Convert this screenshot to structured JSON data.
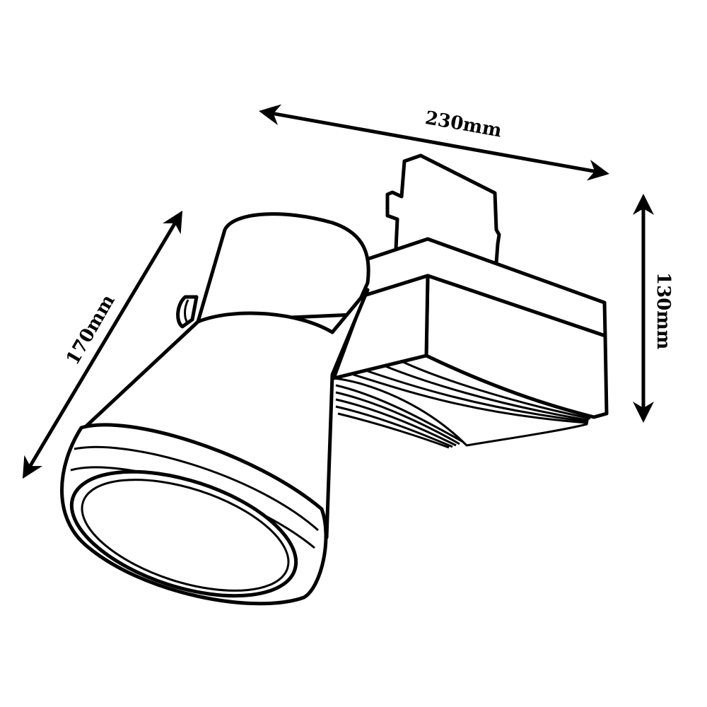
{
  "diagram": {
    "subject": "track spotlight fixture",
    "dimensions": {
      "width": {
        "label": "230mm"
      },
      "height": {
        "label": "130mm"
      },
      "length": {
        "label": "170mm"
      }
    },
    "parts": [
      "track-adapter",
      "driver-housing",
      "heatsink-fins",
      "lamp-head",
      "front-bezel",
      "lens"
    ],
    "colors": {
      "line": "#000000",
      "background": "#ffffff"
    }
  }
}
